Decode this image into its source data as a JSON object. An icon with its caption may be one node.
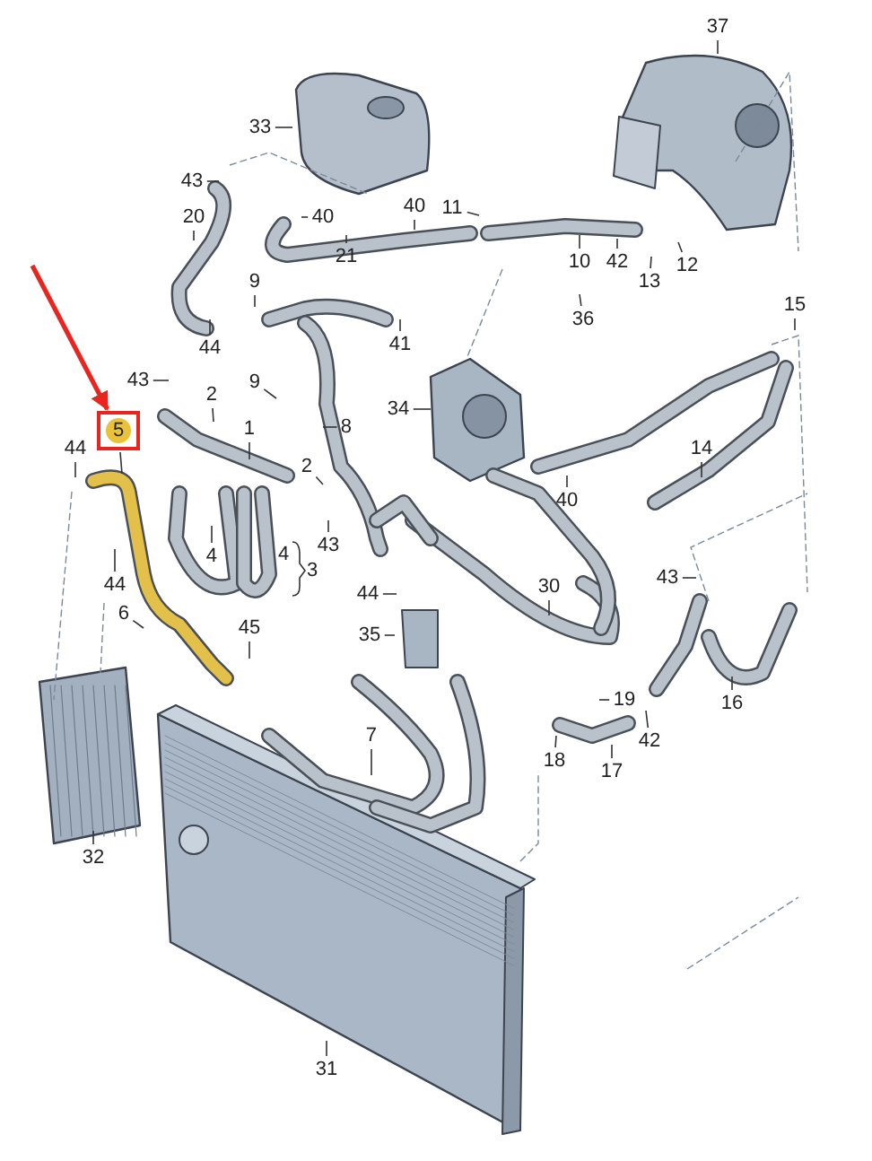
{
  "diagram": {
    "nodes": [
      {
        "text": [
          "37"
        ]
      },
      {
        "text": [
          "33"
        ]
      },
      {
        "text": [
          "43"
        ]
      },
      {
        "text": [
          "40"
        ]
      },
      {
        "text": [
          "11"
        ]
      },
      {
        "text": [
          "20"
        ]
      },
      {
        "text": [
          "40"
        ]
      },
      {
        "text": [
          "21"
        ]
      },
      {
        "text": [
          "10"
        ]
      },
      {
        "text": [
          "42"
        ]
      },
      {
        "text": [
          "12"
        ]
      },
      {
        "text": [
          "13"
        ]
      },
      {
        "text": [
          "9"
        ]
      },
      {
        "text": [
          "15"
        ]
      },
      {
        "text": [
          "36"
        ]
      },
      {
        "text": [
          "41"
        ]
      },
      {
        "text": [
          "44"
        ]
      },
      {
        "text": [
          "43"
        ]
      },
      {
        "text": [
          "9"
        ]
      },
      {
        "text": [
          "2"
        ]
      },
      {
        "text": [
          "34"
        ]
      },
      {
        "text": [
          "8"
        ]
      },
      {
        "text": [
          "1"
        ]
      },
      {
        "text": [
          "5"
        ]
      },
      {
        "text": [
          "14"
        ]
      },
      {
        "text": [
          "44"
        ]
      },
      {
        "text": [
          "2"
        ]
      },
      {
        "text": [
          "40"
        ]
      },
      {
        "text": [
          "43"
        ]
      },
      {
        "text": [
          "4"
        ]
      },
      {
        "text": [
          "43"
        ]
      },
      {
        "text": [
          "44"
        ]
      },
      {
        "text": [
          "30"
        ]
      },
      {
        "text": [
          "44"
        ]
      },
      {
        "text": [
          "6"
        ]
      },
      {
        "text": [
          "45"
        ]
      },
      {
        "text": [
          "35"
        ]
      },
      {
        "text": [
          "19"
        ]
      },
      {
        "text": [
          "16"
        ]
      },
      {
        "text": [
          "7"
        ]
      },
      {
        "text": [
          "42"
        ]
      },
      {
        "text": [
          "18"
        ]
      },
      {
        "text": [
          "17"
        ]
      },
      {
        "text": [
          "32"
        ]
      },
      {
        "text": [
          "31"
        ]
      }
    ],
    "edges": [
      {
        "from": 0,
        "to": null,
        "arrow": "none"
      },
      {
        "from": 1,
        "to": null,
        "arrow": "none"
      },
      {
        "from": 2,
        "to": null,
        "arrow": "none"
      },
      {
        "from": 3,
        "to": null,
        "arrow": "none"
      },
      {
        "from": 4,
        "to": null,
        "arrow": "none"
      },
      {
        "from": 5,
        "to": null,
        "arrow": "none"
      },
      {
        "from": 6,
        "to": null,
        "arrow": "none"
      },
      {
        "from": 7,
        "to": null,
        "arrow": "none"
      },
      {
        "from": 8,
        "to": null,
        "arrow": "none"
      },
      {
        "from": 9,
        "to": null,
        "arrow": "none"
      },
      {
        "from": 10,
        "to": null,
        "arrow": "none"
      },
      {
        "from": 11,
        "to": null,
        "arrow": "none"
      },
      {
        "from": 12,
        "to": null,
        "arrow": "none"
      },
      {
        "from": 13,
        "to": null,
        "arrow": "none"
      },
      {
        "from": 14,
        "to": null,
        "arrow": "none"
      },
      {
        "from": 15,
        "to": null,
        "arrow": "none"
      },
      {
        "from": 16,
        "to": null,
        "arrow": "none"
      },
      {
        "from": 17,
        "to": null,
        "arrow": "none"
      },
      {
        "from": 18,
        "to": null,
        "arrow": "none"
      },
      {
        "from": 19,
        "to": null,
        "arrow": "none"
      },
      {
        "from": 20,
        "to": null,
        "arrow": "none"
      },
      {
        "from": 21,
        "to": null,
        "arrow": "none"
      },
      {
        "from": 22,
        "to": null,
        "arrow": "none"
      },
      {
        "from": 23,
        "to": null,
        "arrow": "none"
      },
      {
        "from": 24,
        "to": null,
        "arrow": "none"
      },
      {
        "from": 25,
        "to": null,
        "arrow": "none"
      },
      {
        "from": 26,
        "to": null,
        "arrow": "none"
      },
      {
        "from": 27,
        "to": null,
        "arrow": "none"
      },
      {
        "from": 28,
        "to": null,
        "arrow": "none"
      },
      {
        "from": 29,
        "to": null,
        "arrow": "none"
      },
      {
        "from": 30,
        "to": null,
        "arrow": "none"
      },
      {
        "from": 31,
        "to": null,
        "arrow": "none"
      },
      {
        "from": 32,
        "to": null,
        "arrow": "none"
      },
      {
        "from": 33,
        "to": null,
        "arrow": "none"
      },
      {
        "from": 34,
        "to": null,
        "arrow": "none"
      },
      {
        "from": 35,
        "to": null,
        "arrow": "none"
      },
      {
        "from": 36,
        "to": null,
        "arrow": "none"
      },
      {
        "from": 37,
        "to": null,
        "arrow": "none"
      },
      {
        "from": 38,
        "to": null,
        "arrow": "none"
      },
      {
        "from": 39,
        "to": null,
        "arrow": "none"
      },
      {
        "from": 40,
        "to": null,
        "arrow": "none"
      },
      {
        "from": 41,
        "to": null,
        "arrow": "none"
      },
      {
        "from": 42,
        "to": null,
        "arrow": "none"
      },
      {
        "from": 43,
        "to": null,
        "arrow": "none"
      },
      {
        "from": 44,
        "to": null,
        "arrow": "none"
      },
      {
        "from": null,
        "to": 23,
        "arrow": "to",
        "style": "thick",
        "color": "#e8251f"
      }
    ],
    "labels": [
      "4",
      "3"
    ]
  }
}
